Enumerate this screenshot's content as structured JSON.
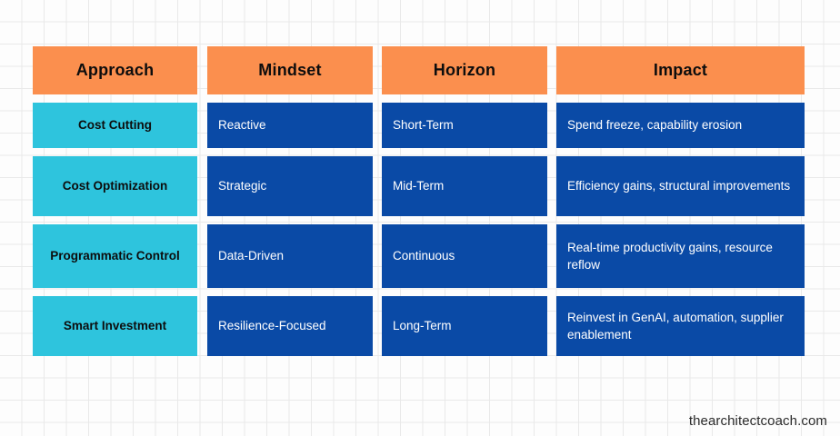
{
  "table": {
    "headers": [
      {
        "label": "Approach"
      },
      {
        "label": "Mindset"
      },
      {
        "label": "Horizon"
      },
      {
        "label": "Impact"
      }
    ],
    "rows": [
      {
        "approach": "Cost Cutting",
        "mindset": "Reactive",
        "horizon": "Short-Term",
        "impact": "Spend freeze, capability erosion"
      },
      {
        "approach": "Cost Optimization",
        "mindset": "Strategic",
        "horizon": "Mid-Term",
        "impact": "Efficiency gains, structural improvements"
      },
      {
        "approach": "Programmatic Control",
        "mindset": "Data-Driven",
        "horizon": "Continuous",
        "impact": "Real-time productivity gains, resource reflow"
      },
      {
        "approach": "Smart Investment",
        "mindset": "Resilience-Focused",
        "horizon": "Long-Term",
        "impact": "Reinvest in GenAI, automation, supplier enablement"
      }
    ]
  },
  "footer": {
    "watermark": "thearchitectcoach.com"
  },
  "colors": {
    "header_fill": "#fb8f4e",
    "approach_fill": "#2ec4dd",
    "value_fill": "#0a4aa6",
    "header_text": "#0d0d0d",
    "value_text": "#ffffff",
    "background": "#fdfdfd",
    "grid_line": "#e9e9e9"
  }
}
